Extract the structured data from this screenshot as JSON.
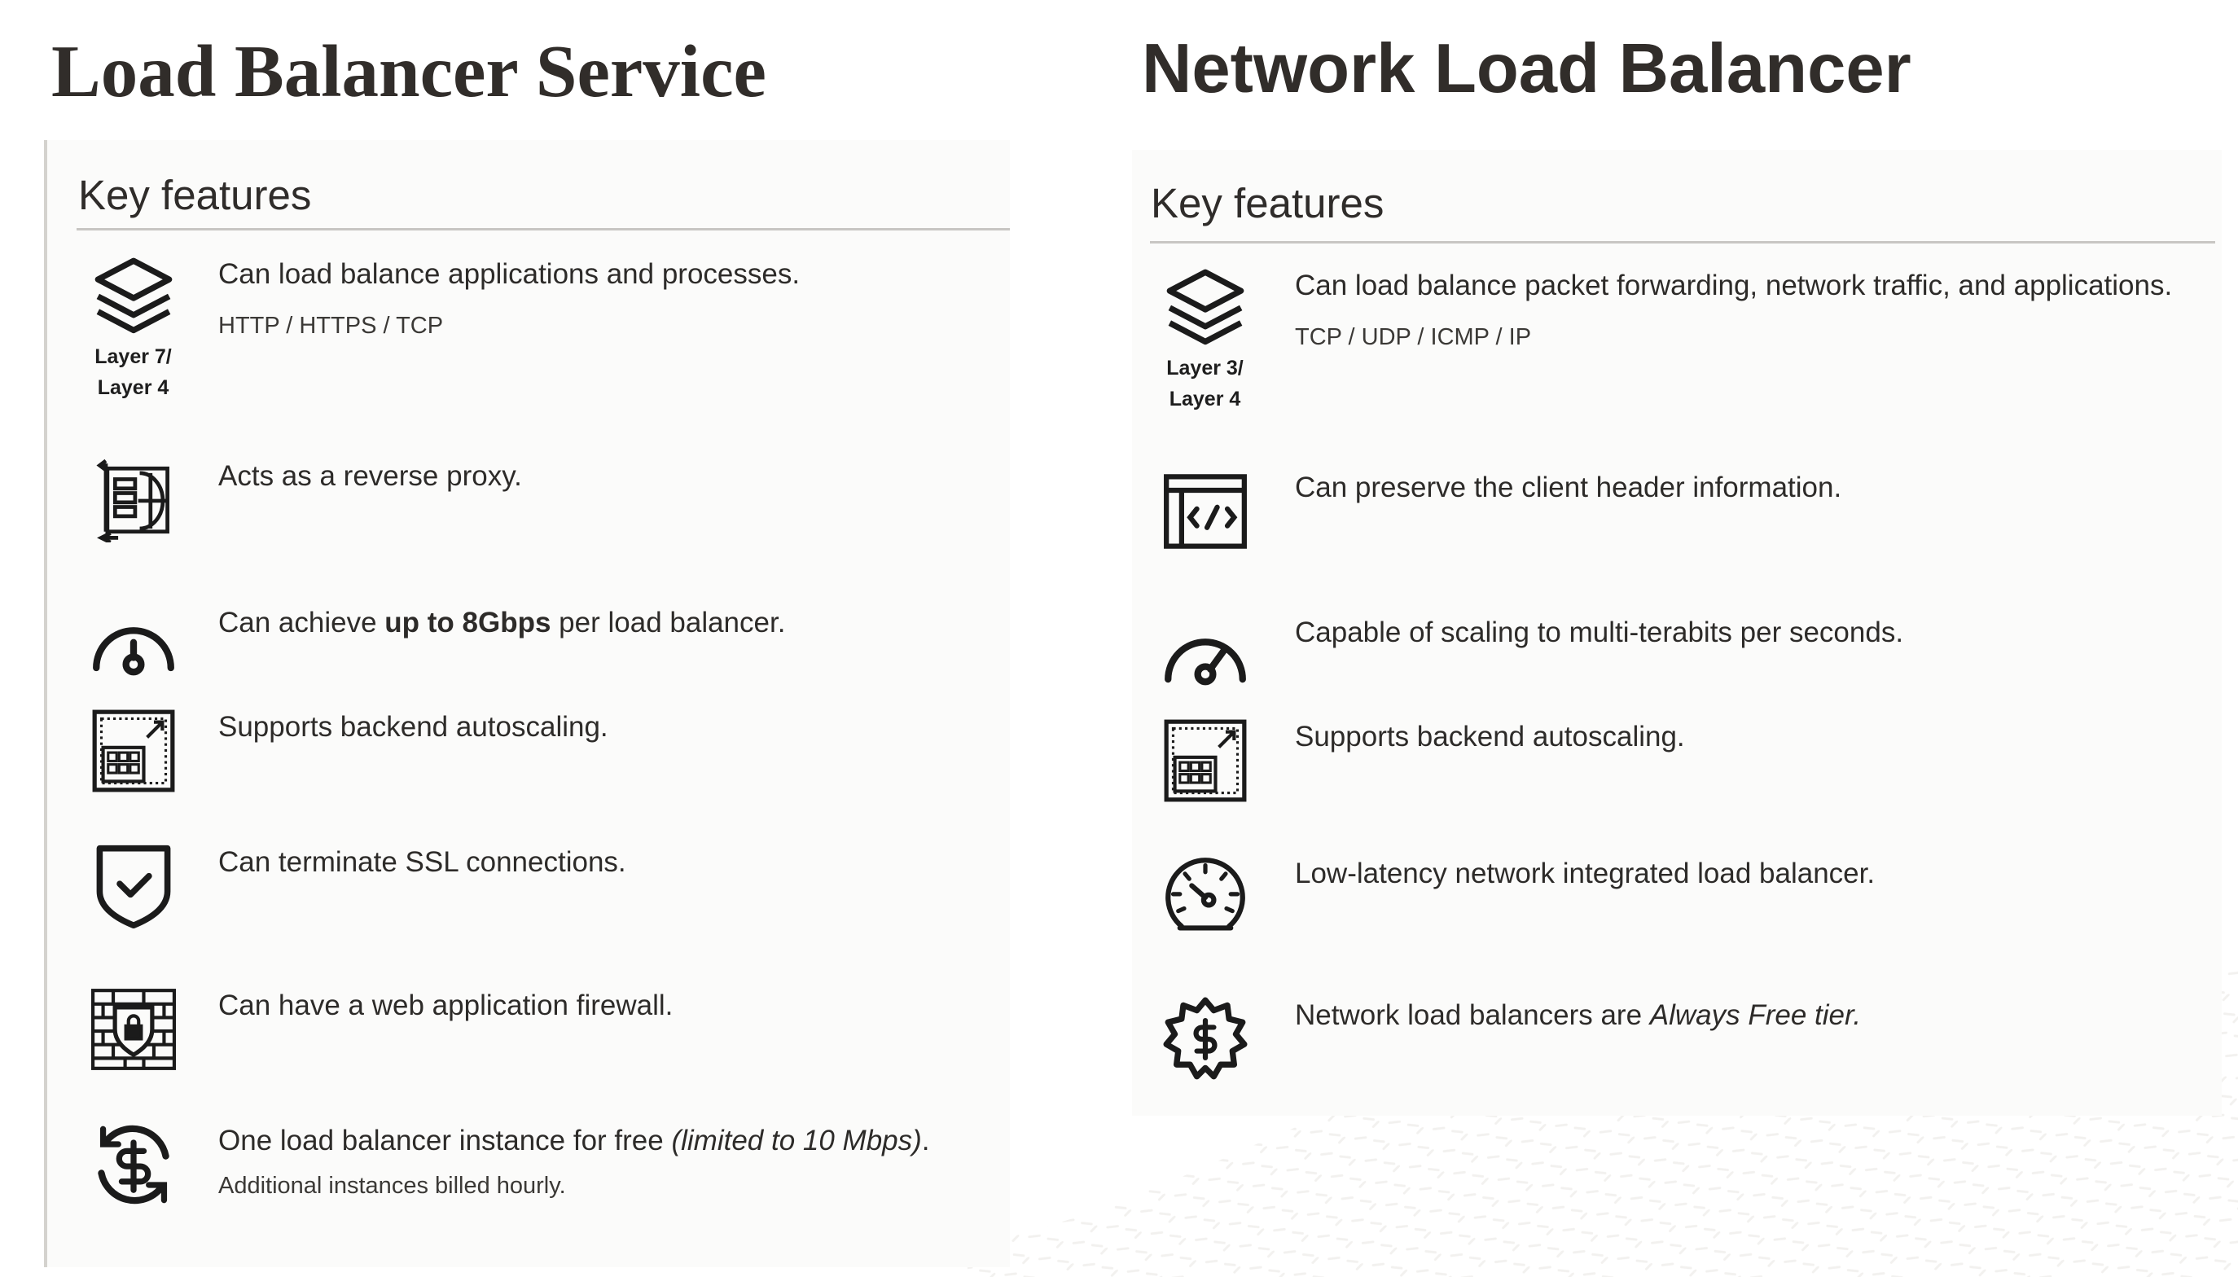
{
  "left": {
    "title": "Load Balancer Service",
    "section_title": "Key features",
    "features": [
      {
        "icon": "layers-icon",
        "caption1": "Layer 7/",
        "caption2": "Layer 4",
        "text": "Can load balance applications and processes.",
        "sub": "HTTP / HTTPS / TCP"
      },
      {
        "icon": "reverse-proxy-icon",
        "text": "Acts as a reverse proxy."
      },
      {
        "icon": "gauge-icon",
        "text_before": "Can achieve ",
        "text_bold": "up to 8Gbps",
        "text_after": " per load balancer."
      },
      {
        "icon": "autoscaling-icon",
        "text": "Supports backend autoscaling."
      },
      {
        "icon": "shield-check-icon",
        "text": "Can terminate SSL connections."
      },
      {
        "icon": "firewall-icon",
        "text": "Can have a web application firewall."
      },
      {
        "icon": "dollar-cycle-icon",
        "text_before": "One load balancer instance for free ",
        "text_italic": "(limited to 10 Mbps)",
        "text_after": ".",
        "sub": "Additional instances billed hourly."
      }
    ]
  },
  "right": {
    "title": "Network Load Balancer",
    "section_title": "Key features",
    "features": [
      {
        "icon": "layers-icon",
        "caption1": "Layer 3/",
        "caption2": "Layer 4",
        "text": "Can load balance packet forwarding, network traffic, and applications.",
        "sub": "TCP / UDP / ICMP / IP"
      },
      {
        "icon": "code-window-icon",
        "text": "Can preserve the client header information."
      },
      {
        "icon": "gauge-icon",
        "text": "Capable of scaling to multi-terabits per seconds."
      },
      {
        "icon": "autoscaling-icon",
        "text": "Supports backend autoscaling."
      },
      {
        "icon": "speedometer-icon",
        "text": "Low-latency network integrated load balancer."
      },
      {
        "icon": "free-badge-icon",
        "text_before": "Network load balancers are ",
        "text_italic": "Always Free tier."
      }
    ]
  },
  "colors": {
    "title": "#312d2a",
    "text": "#2d2b29",
    "panel": "#fbfbfa",
    "rule": "#c8c6c3"
  }
}
